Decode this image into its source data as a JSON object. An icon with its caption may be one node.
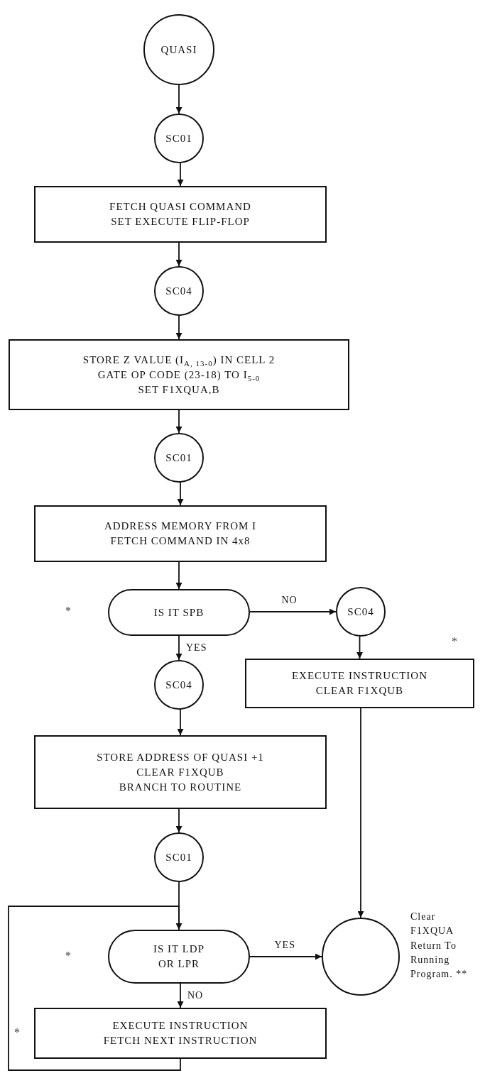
{
  "diagram": {
    "nodes": [
      {
        "text": [
          "QUASI"
        ]
      },
      {
        "text": [
          "SC01"
        ]
      },
      {
        "text": [
          "FETCH QUASI COMMAND",
          "SET EXECUTE FLIP-FLOP"
        ]
      },
      {
        "text": [
          "SC04"
        ]
      },
      {
        "text": [
          "STORE Z VALUE (I$_{A, 13-0}$) IN CELL 2",
          "GATE OP CODE (23-18) TO I$_{5-0}$",
          "SET F1XQUA,B"
        ]
      },
      {
        "text": [
          "SC01"
        ]
      },
      {
        "text": [
          "ADDRESS MEMORY FROM I",
          "FETCH COMMAND IN 4x8"
        ]
      },
      {
        "text": [
          "IS IT SPB"
        ]
      },
      {
        "text": [
          "SC04"
        ]
      },
      {
        "text": [
          "EXECUTE INSTRUCTION",
          "CLEAR F1XQUB"
        ]
      },
      {
        "text": [
          "SC04"
        ]
      },
      {
        "text": [
          "STORE ADDRESS OF QUASI +1",
          "CLEAR F1XQUB",
          "BRANCH TO ROUTINE"
        ]
      },
      {
        "text": [
          "SC01"
        ]
      },
      {
        "text": [
          "IS IT LDP OR LPR"
        ]
      },
      {
        "text": [],
        "shape": "circle",
        "beside": [
          "Clear F1XQUA Return To Running Program. **"
        ]
      },
      {
        "text": [
          "EXECUTE INSTRUCTION",
          "FETCH NEXT INSTRUCTION"
        ]
      }
    ],
    "edges": [
      {
        "from": 0,
        "to": 1,
        "arrow": "to"
      },
      {
        "from": 1,
        "to": 2,
        "arrow": "to"
      },
      {
        "from": 2,
        "to": 3,
        "arrow": "to"
      },
      {
        "from": 3,
        "to": 4,
        "arrow": "to"
      },
      {
        "from": 4,
        "to": 5,
        "arrow": "to"
      },
      {
        "from": 5,
        "to": 6,
        "arrow": "to"
      },
      {
        "from": 6,
        "to": 7,
        "arrow": "to"
      },
      {
        "from": 7,
        "to": 8,
        "arrow": "to",
        "label": "NO"
      },
      {
        "from": 7,
        "to": 10,
        "arrow": "to",
        "label": "YES"
      },
      {
        "from": 8,
        "to": 9,
        "arrow": "to"
      },
      {
        "from": 10,
        "to": 11,
        "arrow": "to"
      },
      {
        "from": 11,
        "to": 12,
        "arrow": "to"
      },
      {
        "from": 12,
        "to": 13,
        "arrow": "none"
      },
      {
        "from": 9,
        "to": 14,
        "arrow": "to"
      },
      {
        "from": 13,
        "to": 14,
        "arrow": "to",
        "label": "YES"
      },
      {
        "from": 13,
        "to": 15,
        "arrow": "to",
        "label": "NO"
      },
      {
        "from": 15,
        "to": 13,
        "arrow": "to"
      }
    ],
    "labels": [
      "*",
      "*",
      "*",
      "*"
    ]
  }
}
